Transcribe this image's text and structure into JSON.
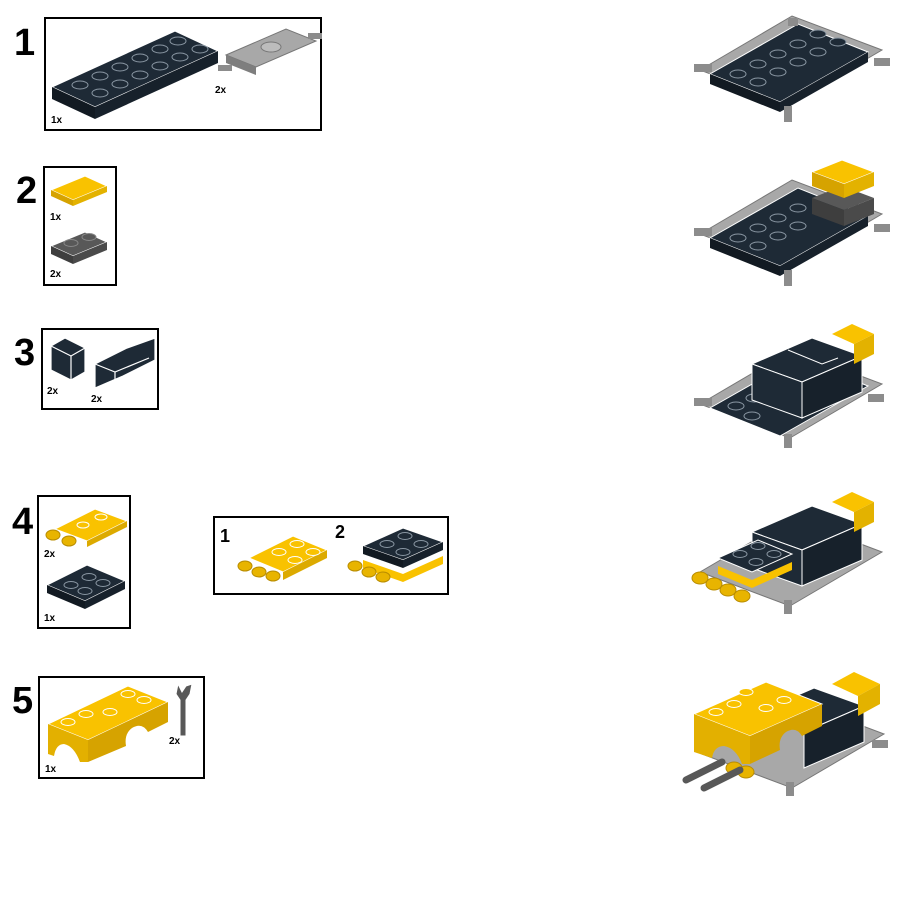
{
  "colors": {
    "dark": "#1e2a36",
    "yellow": "#f9c200",
    "dark_gray": "#585858",
    "light_gray": "#9c9c9c"
  },
  "steps": [
    {
      "number": "1",
      "parts": [
        {
          "qty": "1x",
          "icon": "plate-2x6-dark-icon"
        },
        {
          "qty": "2x",
          "icon": "wheel-holder-gray-icon"
        }
      ]
    },
    {
      "number": "2",
      "parts": [
        {
          "qty": "1x",
          "icon": "tile-1x2-yellow-icon"
        },
        {
          "qty": "2x",
          "icon": "plate-1x2-gray-icon"
        }
      ]
    },
    {
      "number": "3",
      "parts": [
        {
          "qty": "2x",
          "icon": "panel-corner-dark-icon"
        },
        {
          "qty": "2x",
          "icon": "panel-1x2-dark-icon"
        }
      ]
    },
    {
      "number": "4",
      "parts": [
        {
          "qty": "2x",
          "icon": "plate-bar-yellow-icon"
        },
        {
          "qty": "1x",
          "icon": "plate-2x2-dark-icon"
        }
      ],
      "sub_steps": [
        "1",
        "2"
      ]
    },
    {
      "number": "5",
      "parts": [
        {
          "qty": "1x",
          "icon": "mudguard-yellow-icon"
        },
        {
          "qty": "2x",
          "icon": "robot-arm-gray-icon"
        }
      ]
    }
  ]
}
